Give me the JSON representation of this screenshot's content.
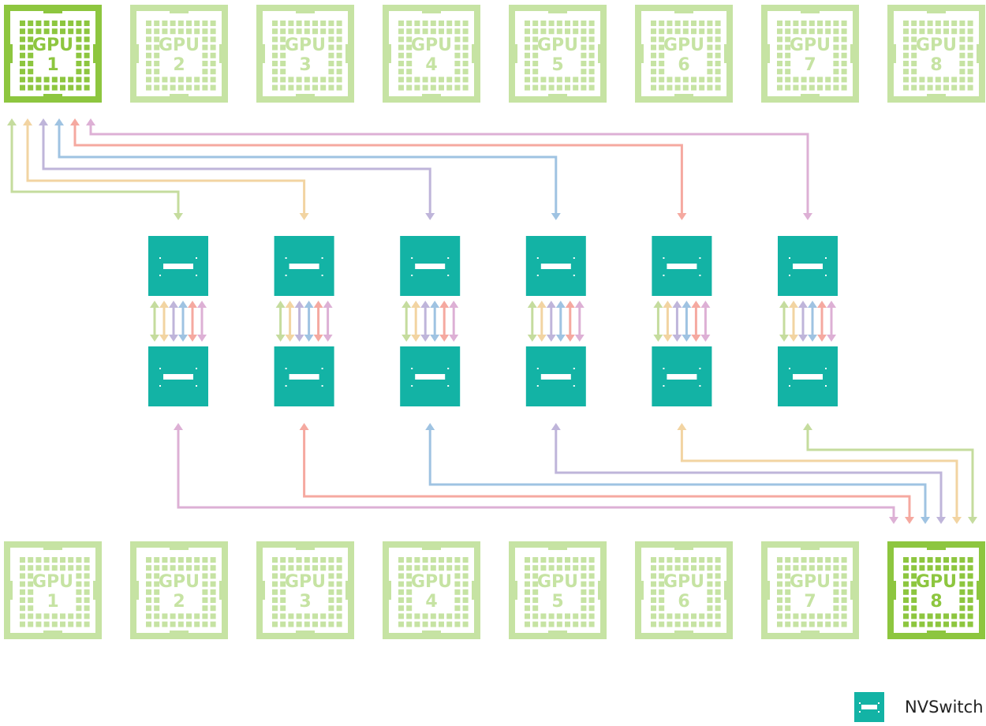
{
  "colors": {
    "gpu_active": "#8dc63f",
    "gpu_inactive": "#c6e3a3",
    "nvswitch": "#13b3a5",
    "links": [
      "#c5dc9e",
      "#f2d4a2",
      "#bfb5da",
      "#9fc3e2",
      "#f5a9a0",
      "#ddb0d5"
    ]
  },
  "gpu_label": "GPU",
  "top_row": {
    "gpus": [
      "1",
      "2",
      "3",
      "4",
      "5",
      "6",
      "7",
      "8"
    ],
    "highlighted": "1"
  },
  "bottom_row": {
    "gpus": [
      "1",
      "2",
      "3",
      "4",
      "5",
      "6",
      "7",
      "8"
    ],
    "highlighted": "8"
  },
  "nvswitch_pairs": 6,
  "links_per_pair": 6,
  "legend": {
    "icon": "nvswitch-icon",
    "label": "NVSwitch"
  }
}
